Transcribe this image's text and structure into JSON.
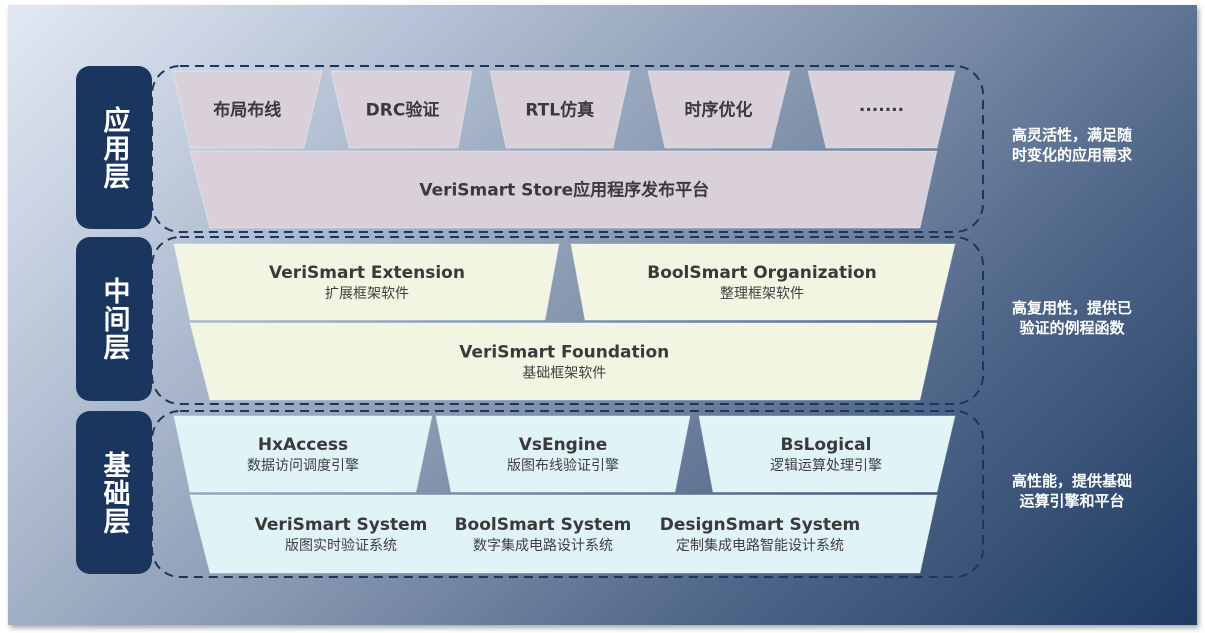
{
  "colors": {
    "label_bg": "#1a365f",
    "dash": "#1a365f",
    "app_fill": "#d9d0da",
    "middle_fill": "#f3f5e3",
    "base_fill": "#e0f3f6",
    "text": "#3a3a3a",
    "desc_text": "#ffffff"
  },
  "layers": [
    {
      "id": "app",
      "label": "应用层",
      "description_lines": [
        "高灵活性，满足随",
        "时变化的应用需求"
      ],
      "top_row": [
        {
          "title": "布局布线"
        },
        {
          "title": "DRC验证"
        },
        {
          "title": "RTL仿真"
        },
        {
          "title": "时序优化"
        },
        {
          "title": "·······"
        }
      ],
      "bottom_row": [
        {
          "title": "VeriSmart Store应用程序发布平台"
        }
      ]
    },
    {
      "id": "middle",
      "label": "中间层",
      "description_lines": [
        "高复用性，提供已",
        "验证的例程函数"
      ],
      "top_row": [
        {
          "title": "VeriSmart Extension",
          "subtitle": "扩展框架软件"
        },
        {
          "title": "BoolSmart Organization",
          "subtitle": "整理框架软件"
        }
      ],
      "bottom_row": [
        {
          "title": "VeriSmart Foundation",
          "subtitle": "基础框架软件"
        }
      ]
    },
    {
      "id": "base",
      "label": "基础层",
      "description_lines": [
        "高性能，提供基础",
        "运算引擎和平台"
      ],
      "top_row": [
        {
          "title": "HxAccess",
          "subtitle": "数据访问调度引擎"
        },
        {
          "title": "VsEngine",
          "subtitle": "版图布线验证引擎"
        },
        {
          "title": "BsLogical",
          "subtitle": "逻辑运算处理引擎"
        }
      ],
      "bottom_row": [
        {
          "title": "VeriSmart System",
          "subtitle": "版图实时验证系统"
        },
        {
          "title": "BoolSmart System",
          "subtitle": "数字集成电路设计系统"
        },
        {
          "title": "DesignSmart System",
          "subtitle": "定制集成电路智能设计系统"
        }
      ]
    }
  ]
}
